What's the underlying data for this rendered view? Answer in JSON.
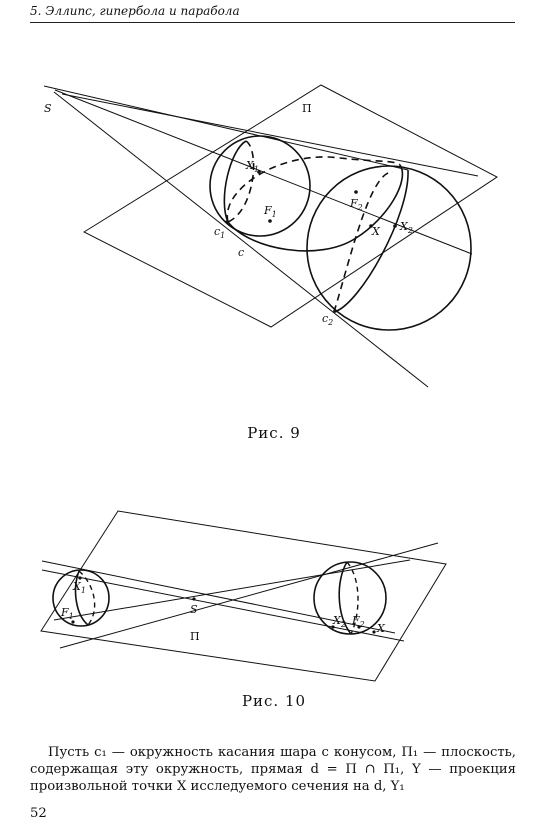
{
  "header": {
    "running_title": "5. Эллипс, гипербола и парабола"
  },
  "figure9": {
    "caption": "Рис. 9",
    "labels": {
      "S": "S",
      "plane": "П",
      "X1": "X",
      "X1_sub": "1",
      "F1": "F",
      "F1_sub": "1",
      "F2": "F",
      "F2_sub": "2",
      "c1": "c",
      "c1_sub": "1",
      "c": "c",
      "X": "X",
      "X2": "X",
      "X2_sub": "2",
      "c2": "c",
      "c2_sub": "2"
    }
  },
  "figure10": {
    "caption": "Рис. 10",
    "labels": {
      "X1": "X",
      "X1_sub": "1",
      "F1": "F",
      "F1_sub": "1",
      "S": "S",
      "plane": "П",
      "X2": "X",
      "X2_sub": "2",
      "F2": "F",
      "F2_sub": "2",
      "X": "X"
    }
  },
  "body_text": "Пусть c₁ — окружность касания шара с конусом, П₁ — плоскость, содержащая эту окружность, прямая d = П ∩ П₁, Y — проекция произвольной точки X исследуемого сечения на d, Y₁",
  "page_number": "52"
}
